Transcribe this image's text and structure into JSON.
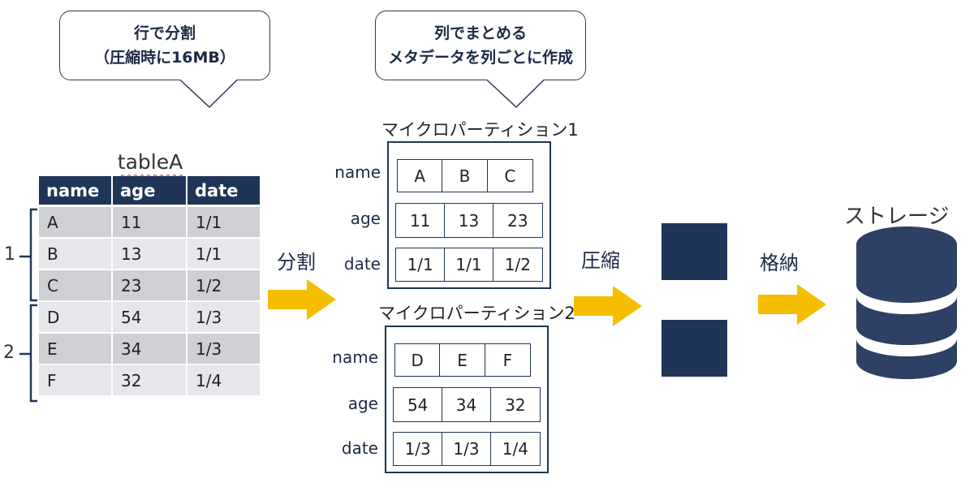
{
  "callouts": {
    "split": {
      "line1": "行で分割",
      "line2": "（圧縮時に16MB）"
    },
    "columns": {
      "line1": "列でまとめる",
      "line2": "メタデータを列ごとに作成"
    }
  },
  "table": {
    "title": "tableA",
    "headers": [
      "name",
      "age",
      "date"
    ],
    "rows": [
      [
        "A",
        "11",
        "1/1"
      ],
      [
        "B",
        "13",
        "1/1"
      ],
      [
        "C",
        "23",
        "1/2"
      ],
      [
        "D",
        "54",
        "1/3"
      ],
      [
        "E",
        "34",
        "1/3"
      ],
      [
        "F",
        "32",
        "1/4"
      ]
    ]
  },
  "groups": {
    "group1": "1",
    "group2": "2"
  },
  "steps": {
    "split": "分割",
    "compress": "圧縮",
    "store": "格納"
  },
  "partitions": [
    {
      "title": "マイクロパーティション1",
      "rows": [
        {
          "label": "name",
          "values": [
            "A",
            "B",
            "C"
          ]
        },
        {
          "label": "age",
          "values": [
            "11",
            "13",
            "23"
          ]
        },
        {
          "label": "date",
          "values": [
            "1/1",
            "1/1",
            "1/2"
          ]
        }
      ]
    },
    {
      "title": "マイクロパーティション2",
      "rows": [
        {
          "label": "name",
          "values": [
            "D",
            "E",
            "F"
          ]
        },
        {
          "label": "age",
          "values": [
            "54",
            "34",
            "32"
          ]
        },
        {
          "label": "date",
          "values": [
            "1/3",
            "1/3",
            "1/4"
          ]
        }
      ]
    }
  ],
  "storage": {
    "label": "ストレージ"
  },
  "colors": {
    "navy": "#1e3557",
    "arrow": "#f5bf00",
    "row_dark": "#cfd0d3",
    "row_light": "#e6e7ea"
  }
}
